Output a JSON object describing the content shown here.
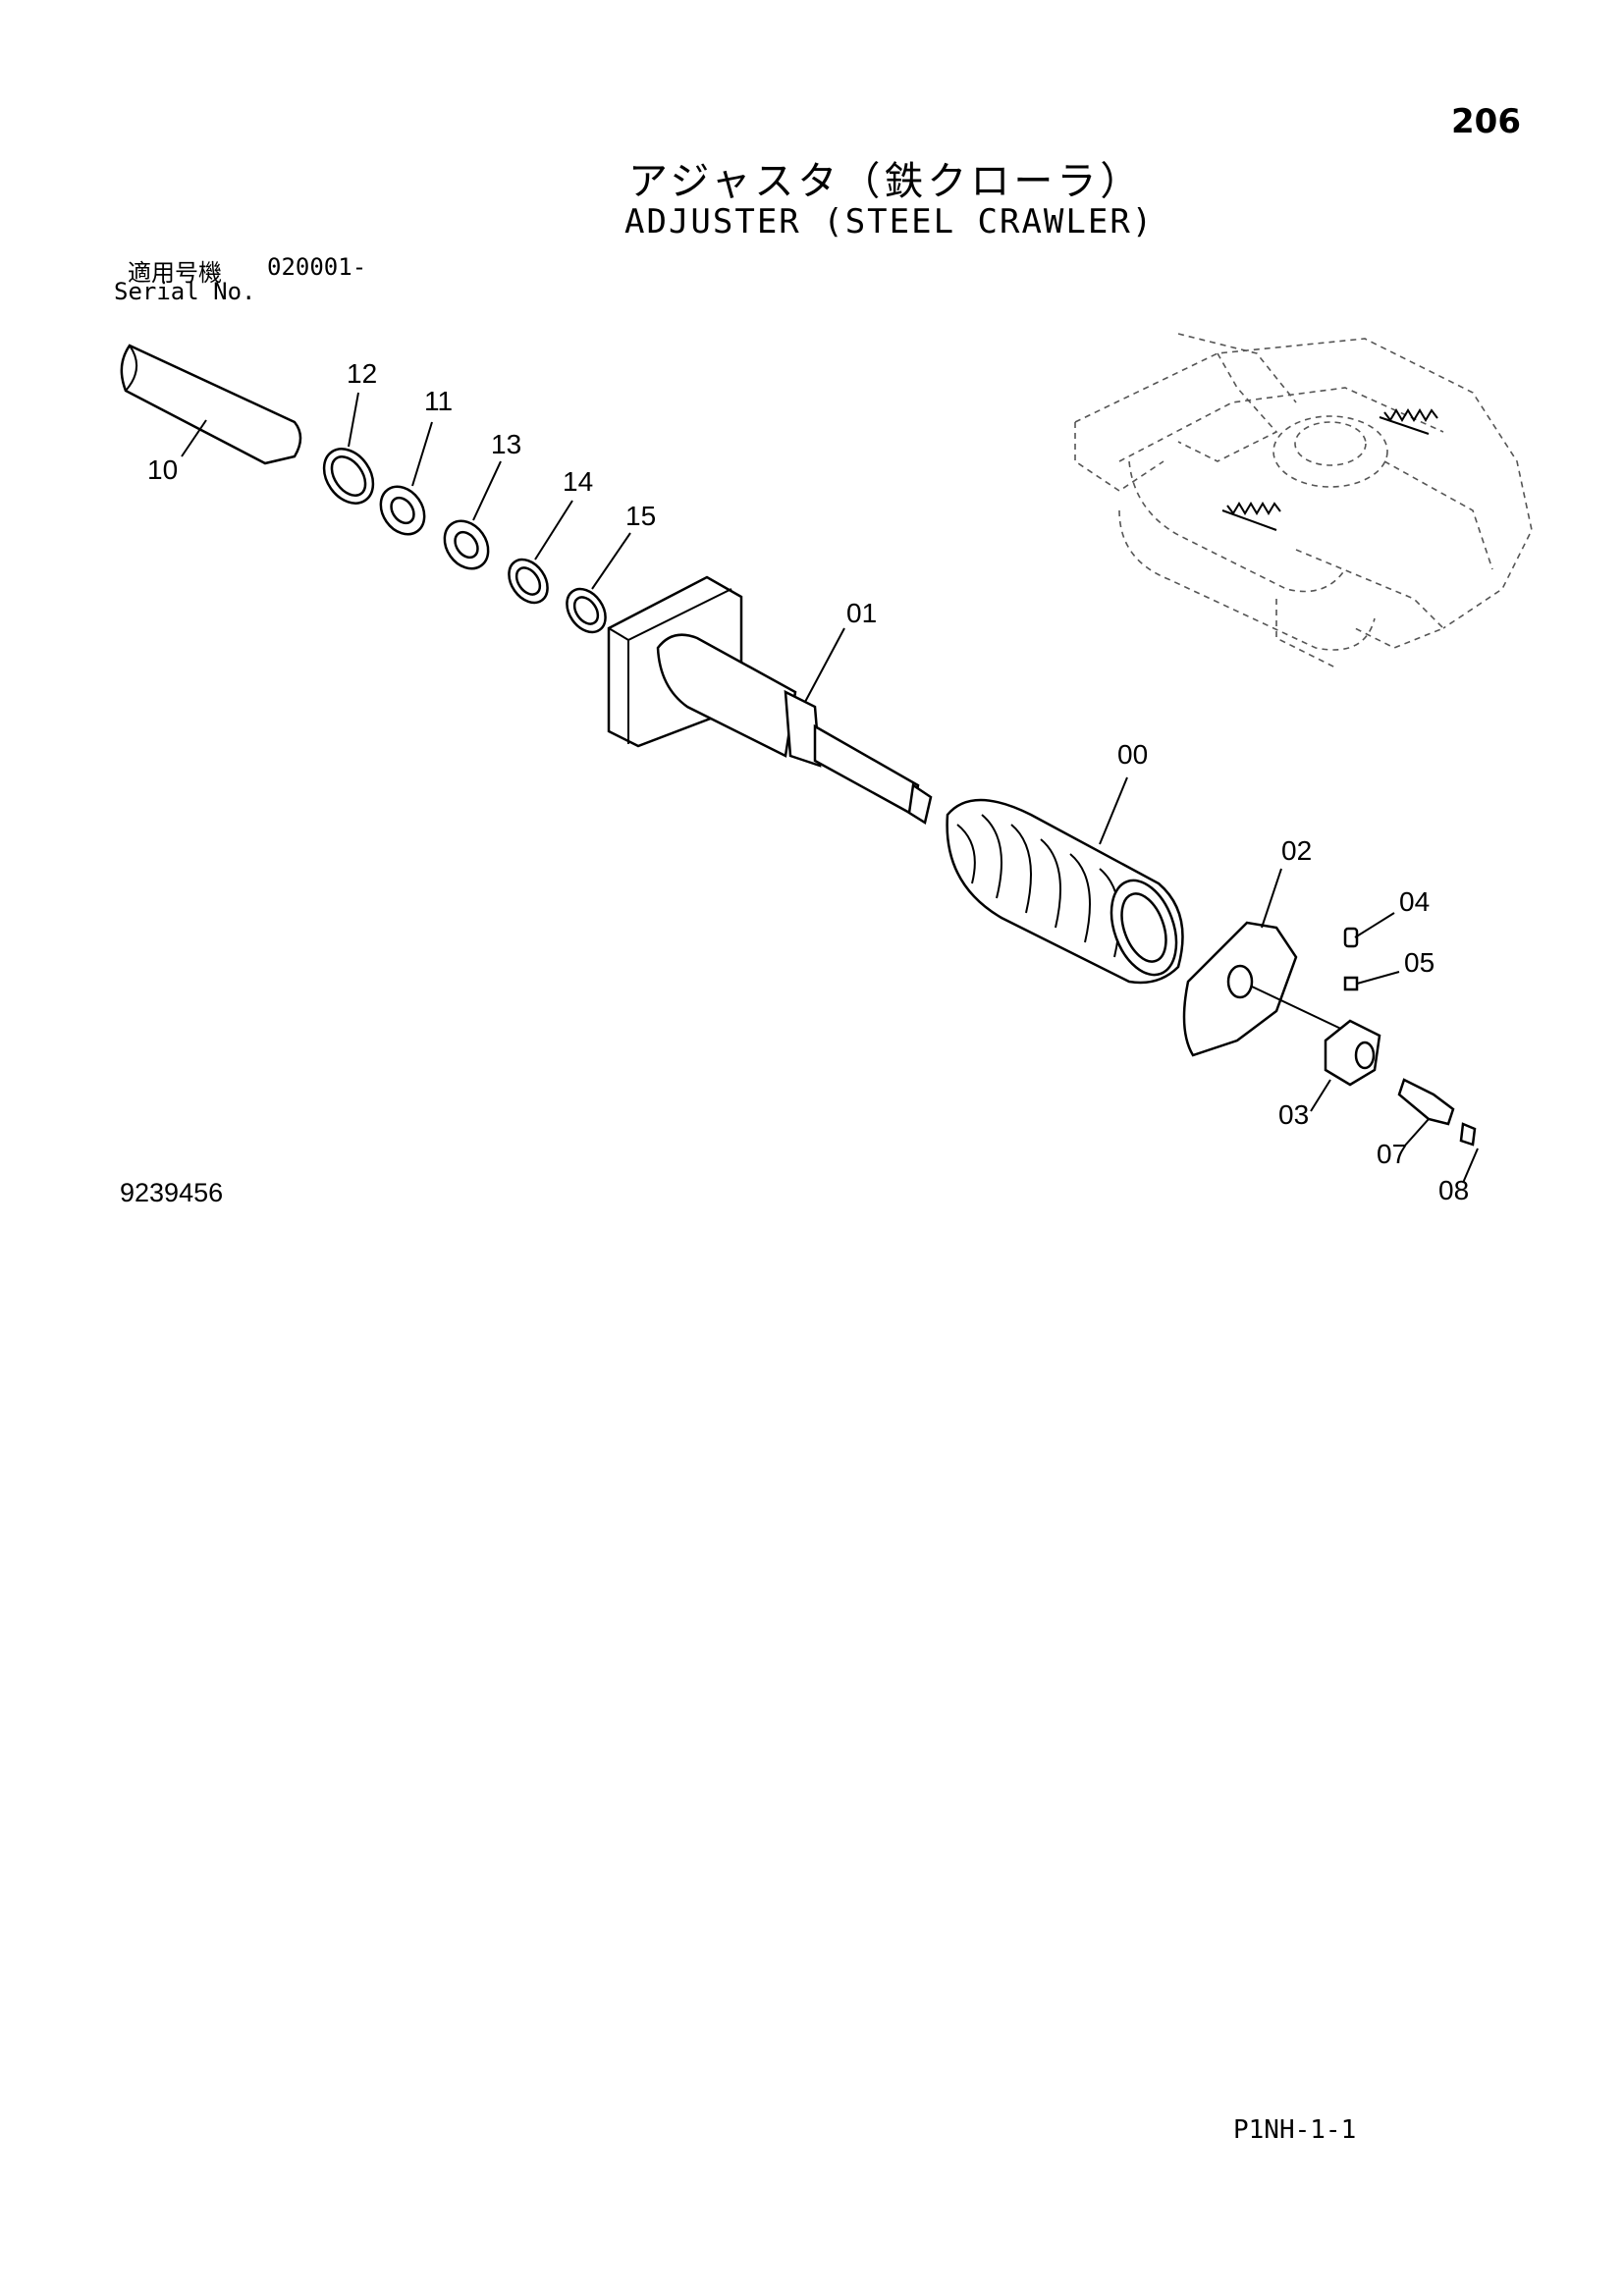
{
  "page_number": "206",
  "title_ja": "アジャスタ（鉄クローラ）",
  "title_en": "ADJUSTER (STEEL CRAWLER)",
  "serial": {
    "label_ja": "適用号機",
    "number": "020001-",
    "label_en": "Serial No."
  },
  "drawing_number": "9239456",
  "page_code": "P1NH-1-1",
  "callouts": {
    "c10": "10",
    "c12": "12",
    "c11": "11",
    "c13": "13",
    "c14": "14",
    "c15": "15",
    "c01": "01",
    "c00": "00",
    "c02": "02",
    "c04": "04",
    "c05": "05",
    "c03": "03",
    "c07": "07",
    "c08": "08"
  }
}
